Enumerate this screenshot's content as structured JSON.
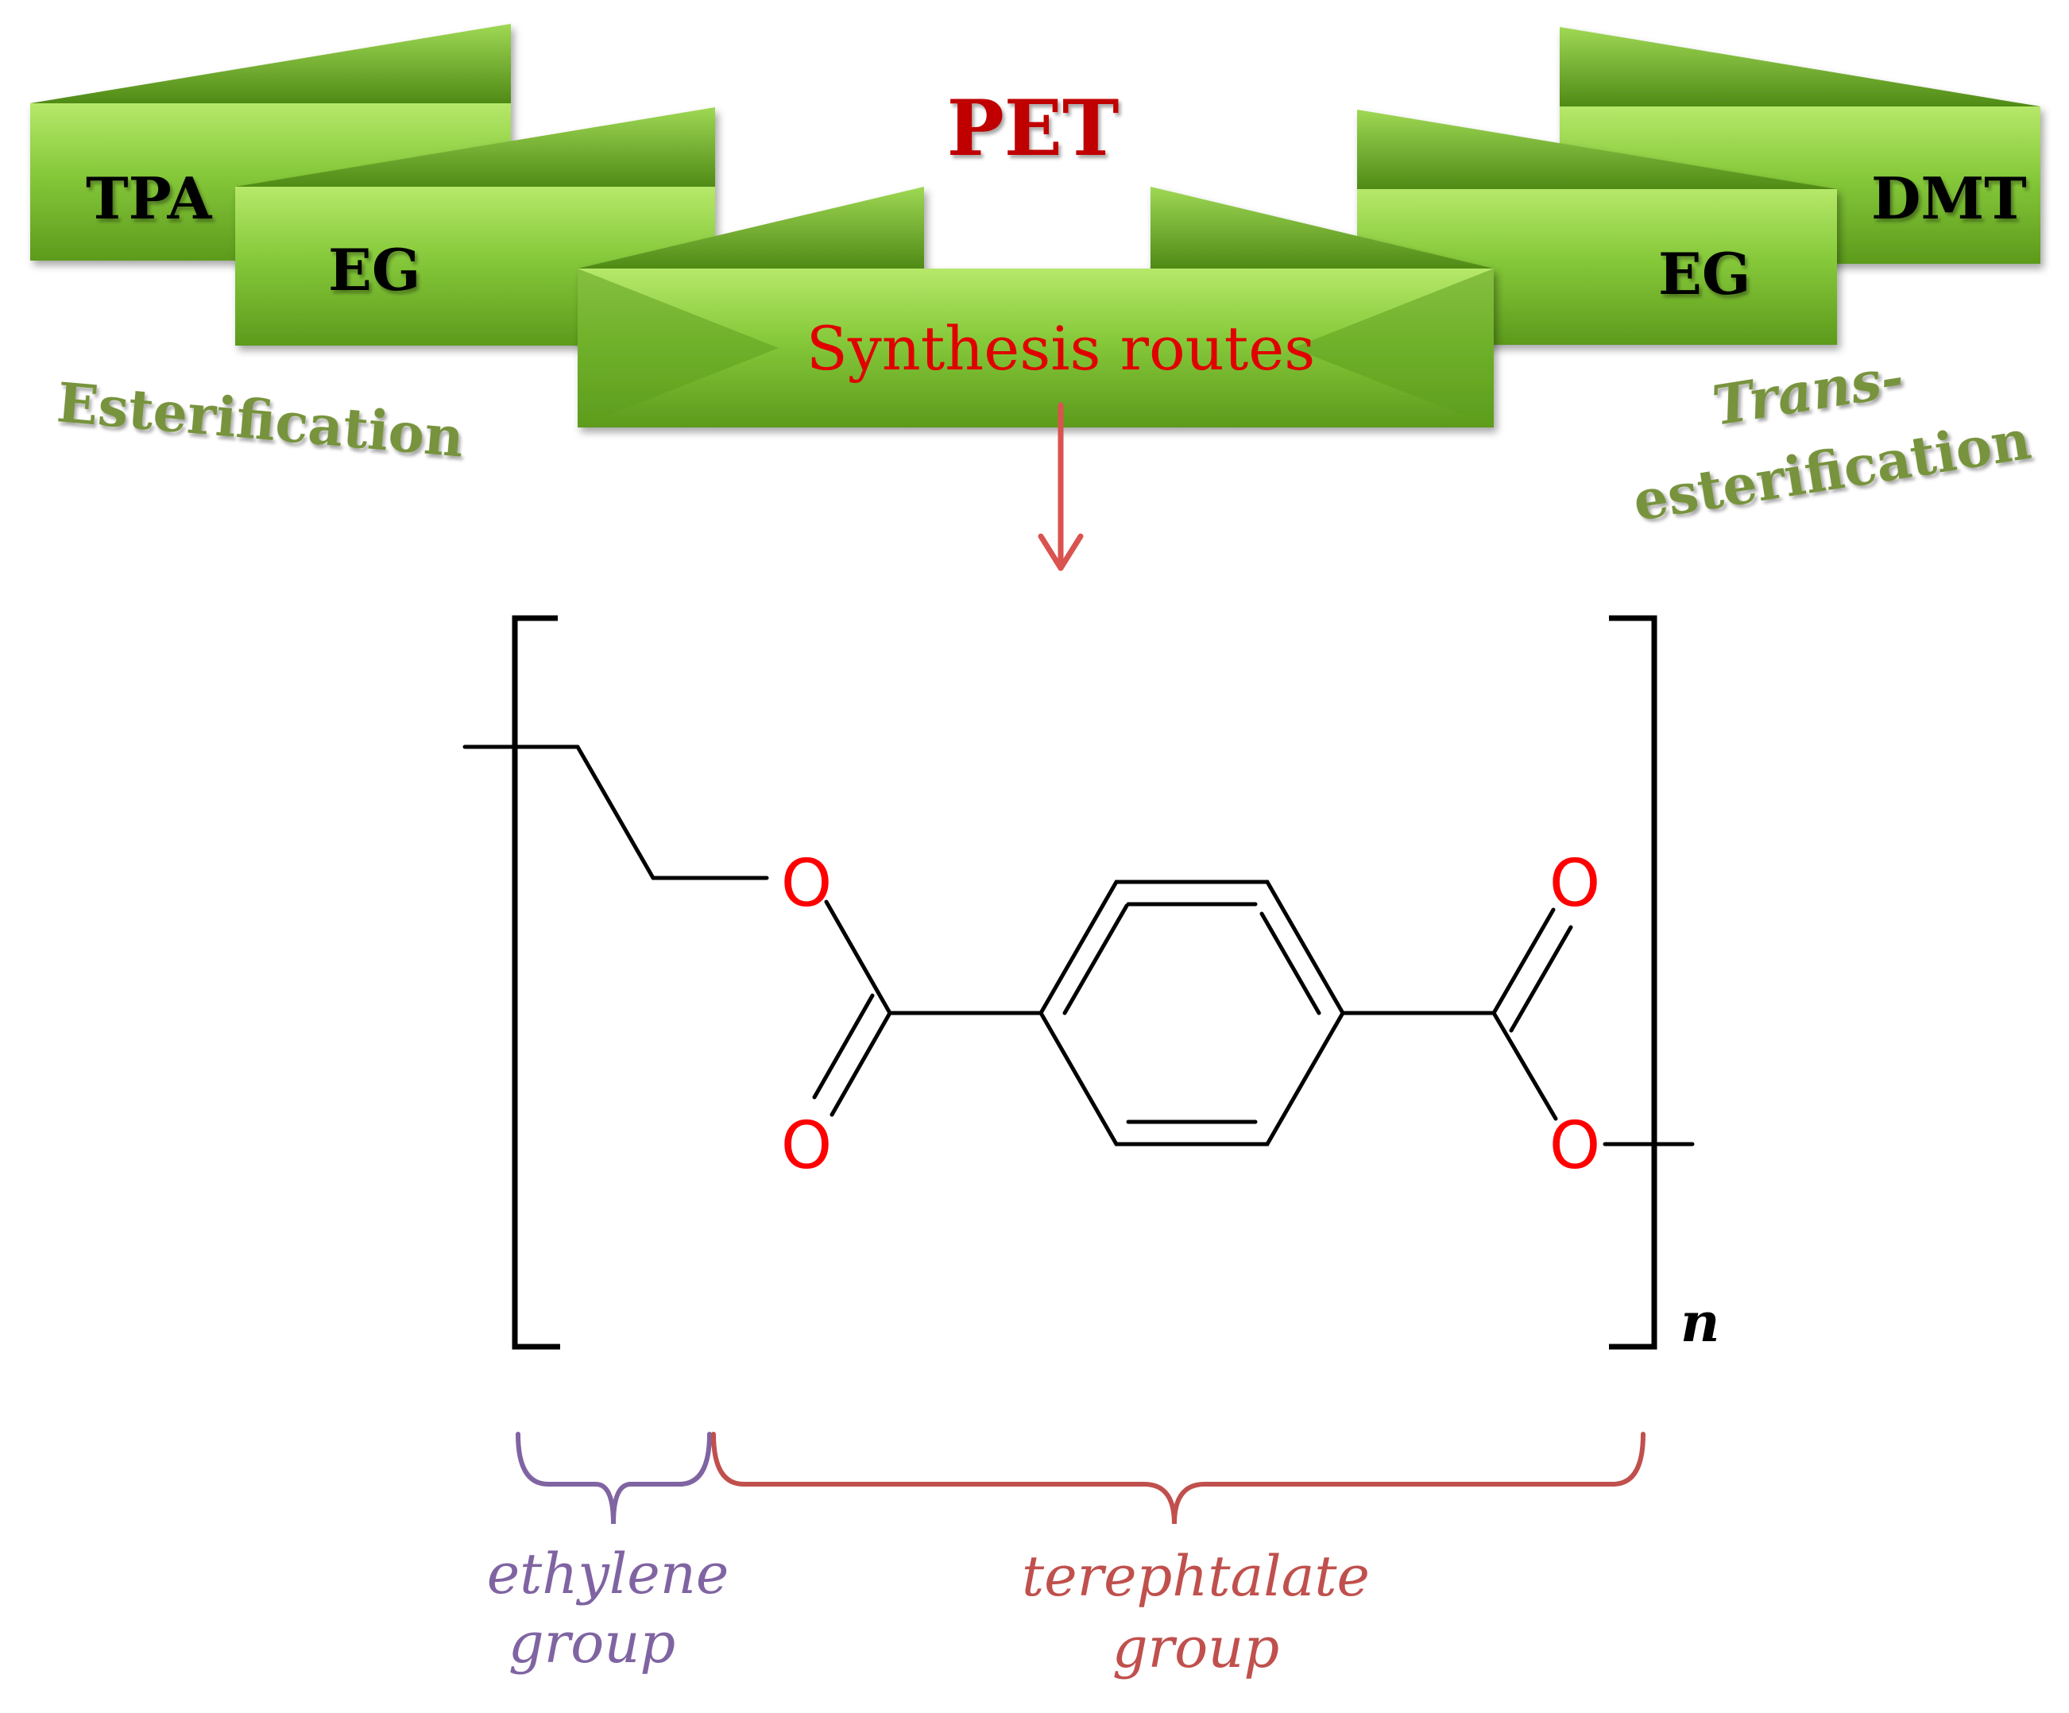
{
  "title": "PET",
  "center_label": "Synthesis routes",
  "left_route": {
    "banner_top": "TPA",
    "banner_bottom": "EG",
    "name": "Esterification"
  },
  "right_route": {
    "banner_top": "DMT",
    "banner_bottom": "EG",
    "name_line1": "Trans-",
    "name_line2": "esterification"
  },
  "molecule": {
    "oxygen_symbol": "O",
    "repeat_subscript": "n"
  },
  "groups": {
    "ethylene_line1": "ethylene",
    "ethylene_line2": "group",
    "terephtalate_line1": "terephtalate",
    "terephtalate_line2": "group"
  },
  "colors": {
    "banner_green": "#7cc22e",
    "title_red": "#c00000",
    "route_green": "#77933c",
    "oxygen_red": "#ff0000",
    "arrow_red": "#d9534f",
    "ethylene_purple": "#8064a2",
    "terephtalate_red": "#c0504d"
  }
}
